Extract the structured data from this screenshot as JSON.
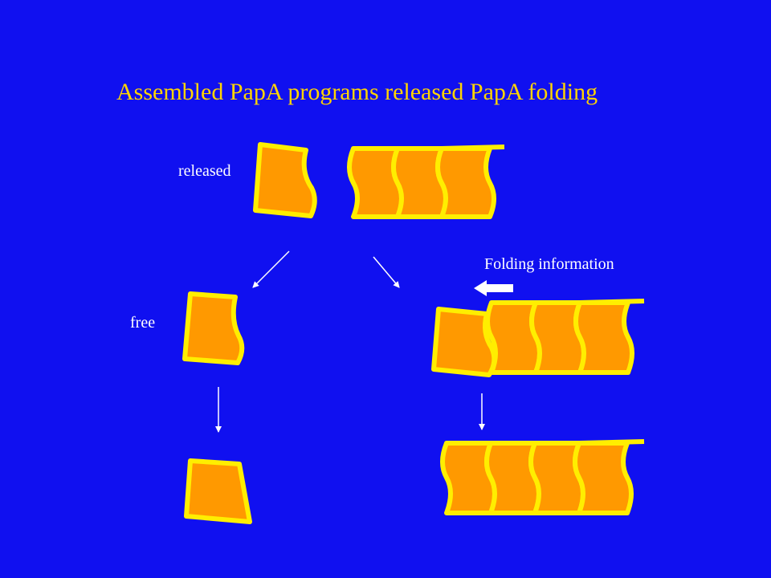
{
  "title": "Assembled PapA programs released PapA folding",
  "labels": {
    "released": "released",
    "free": "free",
    "folding_information": "Folding information"
  },
  "colors": {
    "background": "#1010f0",
    "subunit_fill": "#ff9900",
    "subunit_outline": "#ffee00",
    "title": "#ffd400",
    "text": "#ffffff",
    "arrow": "#ffffff"
  }
}
